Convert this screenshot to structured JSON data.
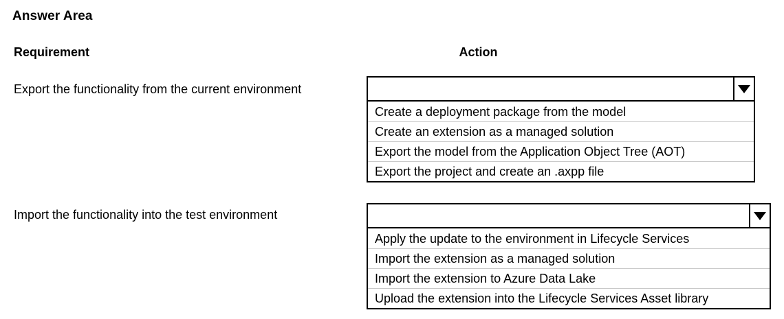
{
  "page": {
    "title": "Answer Area"
  },
  "headers": {
    "requirement": "Requirement",
    "action": "Action"
  },
  "icons": {
    "dropdown_arrow": "chevron-down-icon"
  },
  "rows": [
    {
      "requirement": "Export the functionality from the current environment",
      "combo": {
        "selected_value": "",
        "placeholder": "",
        "expanded": true
      },
      "options": [
        "Create a deployment package from the model",
        "Create an extension as a managed solution",
        "Export the model from the Application Object Tree (AOT)",
        "Export the project and create an .axpp file"
      ]
    },
    {
      "requirement": "Import the functionality into the test environment",
      "combo": {
        "selected_value": "",
        "placeholder": "",
        "expanded": true
      },
      "options": [
        "Apply the update to the environment in Lifecycle Services",
        "Import the extension as a managed solution",
        "Import the extension to Azure Data Lake",
        "Upload the extension into the Lifecycle Services Asset library"
      ]
    }
  ],
  "colors": {
    "background": "#ffffff",
    "text": "#000000",
    "border": "#000000",
    "option_separator": "#c9c9c9"
  }
}
